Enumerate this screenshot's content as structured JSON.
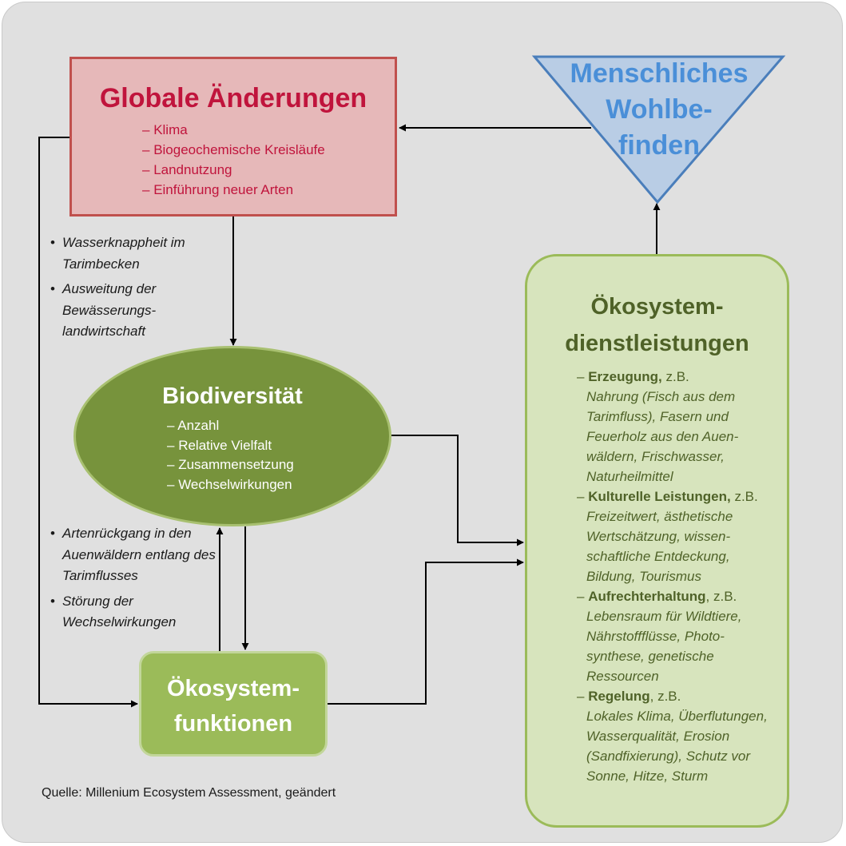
{
  "global_changes": {
    "title": "Globale Änderungen",
    "items": [
      "Klima",
      "Biogeochemische Kreisläufe",
      "Landnutzung",
      "Einführung neuer Arten"
    ]
  },
  "wellbeing": {
    "lines": [
      "Menschliches",
      "Wohlbe-",
      "finden"
    ]
  },
  "biodiversity": {
    "title": "Biodiversität",
    "items": [
      "Anzahl",
      "Relative Vielfalt",
      "Zusammensetzung",
      "Wechselwirkungen"
    ]
  },
  "ecosystem_functions": {
    "lines": [
      "Ökosystem-",
      "funktionen"
    ]
  },
  "ecosystem_services": {
    "lines": [
      "Ökosystem-",
      "dienstleistungen"
    ],
    "categories": [
      {
        "name": "Erzeugung,",
        "suffix": " z.B.",
        "description": "Nahrung (Fisch aus dem Tarimfluss), Fasern und Feuerholz aus den Auen-wäldern, Frischwasser, Naturheilmittel"
      },
      {
        "name": "Kulturelle Leistungen,",
        "suffix": " z.B.",
        "description": "Freizeitwert, ästhetische Wertschätzung, wissen-schaftliche Entdeckung, Bildung, Tourismus"
      },
      {
        "name": "Aufrechterhaltung",
        "suffix": ", z.B.",
        "description": "Lebensraum für Wildtiere, Nährstoffflüsse, Photo-synthese, genetische Ressourcen"
      },
      {
        "name": "Regelung",
        "suffix": ", z.B.",
        "description": "Lokales Klima, Überflutungen, Wasserqualität, Erosion (Sandfixierung), Schutz vor Sonne, Hitze, Sturm"
      }
    ]
  },
  "drivers_top": [
    "Wasserknappheit im Tarimbecken",
    "Ausweitung der Bewässerungs-landwirtschaft"
  ],
  "drivers_bottom": [
    "Artenrückgang in den Auenwäldern entlang des Tarimflusses",
    "Störung der Wechselwirkungen"
  ],
  "source": "Quelle: Millenium Ecosystem Assessment, geändert",
  "colors": {
    "global_fill": "#e6b8b9",
    "global_border": "#c0504d",
    "global_text": "#c0143c",
    "wellbeing_fill": "#b9cde5",
    "wellbeing_border": "#4a7ebb",
    "wellbeing_text": "#4a8fd8",
    "biodiversity_fill": "#77933c",
    "functions_fill": "#9bbb59",
    "services_fill": "#d7e4bd",
    "services_text": "#4f6228",
    "connector": "#000000"
  }
}
